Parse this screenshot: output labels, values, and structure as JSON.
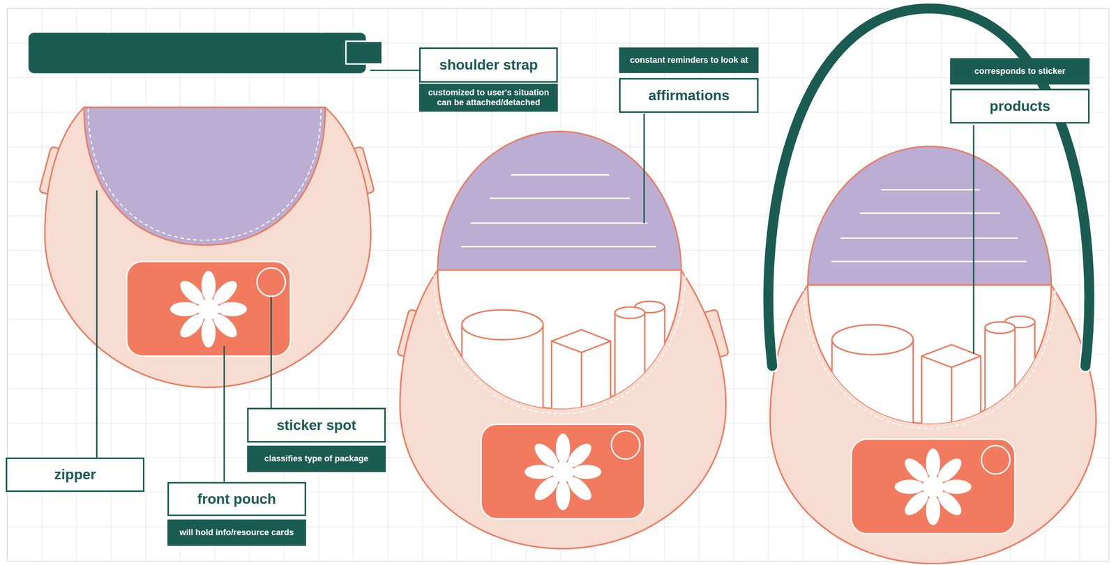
{
  "diagram": {
    "nodes": [
      {
        "text": [
          "shoulder strap",
          "customized to user's situation can be attached/detached"
        ]
      },
      {
        "text": [
          "constant reminders to look at",
          "affirmations"
        ]
      },
      {
        "text": [
          "corresponds to sticker",
          "products"
        ]
      },
      {
        "text": [
          "sticker spot",
          "classifies type of package"
        ]
      },
      {
        "text": [
          "zipper"
        ]
      },
      {
        "text": [
          "front pouch",
          "will hold info/resource cards"
        ]
      }
    ]
  }
}
